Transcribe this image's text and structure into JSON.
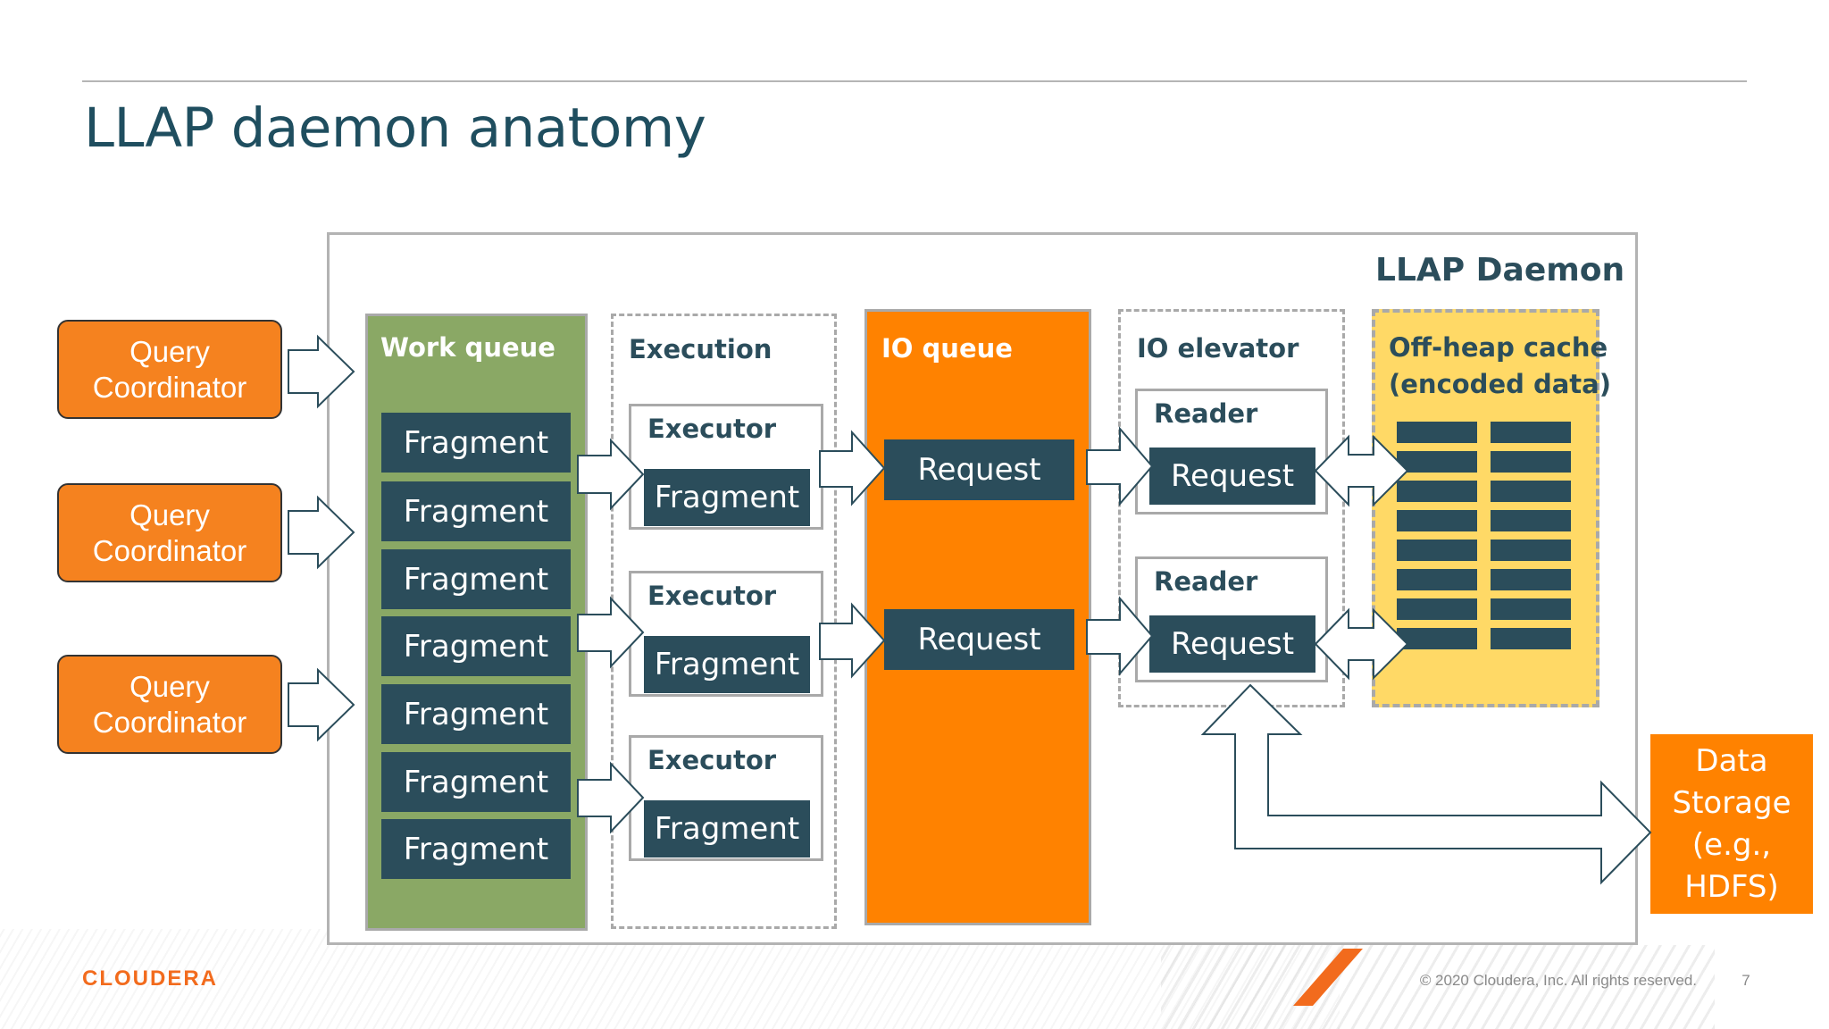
{
  "title": "LLAP daemon anatomy",
  "daemon_label": "LLAP Daemon",
  "query_coordinators": [
    {
      "line1": "Query",
      "line2": "Coordinator"
    },
    {
      "line1": "Query",
      "line2": "Coordinator"
    },
    {
      "line1": "Query",
      "line2": "Coordinator"
    }
  ],
  "work_queue": {
    "label": "Work queue",
    "fragments": [
      "Fragment",
      "Fragment",
      "Fragment",
      "Fragment",
      "Fragment",
      "Fragment",
      "Fragment"
    ]
  },
  "execution": {
    "label": "Execution",
    "executors": [
      {
        "label": "Executor",
        "fragment": "Fragment"
      },
      {
        "label": "Executor",
        "fragment": "Fragment"
      },
      {
        "label": "Executor",
        "fragment": "Fragment"
      }
    ]
  },
  "io_queue": {
    "label": "IO queue",
    "requests": [
      "Request",
      "Request"
    ]
  },
  "io_elevator": {
    "label": "IO elevator",
    "readers": [
      {
        "label": "Reader",
        "request": "Request"
      },
      {
        "label": "Reader",
        "request": "Request"
      }
    ]
  },
  "cache": {
    "line1": "Off-heap cache",
    "line2": "(encoded data)"
  },
  "data_storage": {
    "line1": "Data",
    "line2": "Storage",
    "line3": "(e.g.,",
    "line4": "HDFS)"
  },
  "footer": {
    "logo": "CLOUDERA",
    "copyright": "© 2020 Cloudera, Inc. All rights reserved.",
    "page_number": "7"
  },
  "colors": {
    "orange": "#ff8200",
    "teal": "#2b4d5b",
    "green": "#8aa865",
    "yellow": "#ffd966"
  }
}
